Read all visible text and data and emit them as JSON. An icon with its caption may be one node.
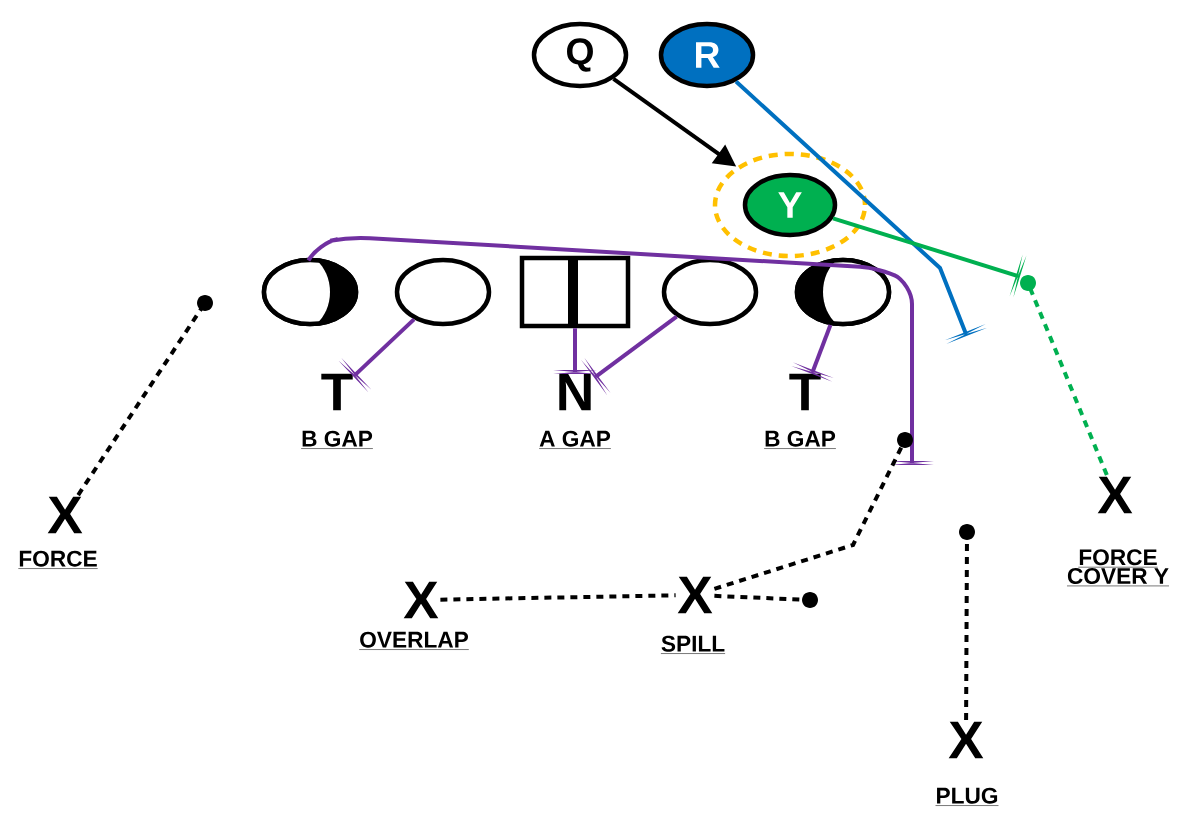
{
  "diagram": {
    "nodes": [
      {
        "text": [
          "Q"
        ]
      },
      {
        "text": [
          "R"
        ]
      },
      {
        "text": [],
        "shape": "circle"
      },
      {
        "text": [
          "Y"
        ],
        "in": 2
      },
      {
        "text": [],
        "shape": "circle"
      },
      {
        "text": [],
        "shape": "circle"
      },
      {
        "text": [],
        "shape": "box"
      },
      {
        "text": [],
        "shape": "circle"
      },
      {
        "text": [],
        "shape": "circle"
      },
      {
        "text": [
          "T"
        ],
        "beside": [
          "B GAP"
        ]
      },
      {
        "text": [
          "N"
        ],
        "beside": [
          "A GAP"
        ]
      },
      {
        "text": [
          "T"
        ],
        "beside": [
          "B GAP"
        ]
      },
      {
        "text": [
          "X"
        ],
        "beside": [
          "FORCE"
        ]
      },
      {
        "text": [
          "X"
        ],
        "beside": [
          "OVERLAP"
        ]
      },
      {
        "text": [
          "X"
        ],
        "beside": [
          "SPILL"
        ]
      },
      {
        "text": [
          "X"
        ],
        "beside": [
          "PLUG"
        ]
      },
      {
        "text": [
          "X"
        ],
        "beside": [
          "FORCE COVER Y"
        ]
      }
    ],
    "edges": [
      {
        "from": 0,
        "to": 2,
        "arrow": "to"
      },
      {
        "from": 1,
        "to": null,
        "arrow": "other",
        "color": "#0070c0"
      },
      {
        "from": 3,
        "to": null,
        "arrow": "other",
        "color": "#00b050"
      },
      {
        "from": 4,
        "to": null,
        "arrow": "other",
        "color": "#7030a0"
      },
      {
        "from": 5,
        "to": 9,
        "arrow": "other",
        "color": "#7030a0"
      },
      {
        "from": 6,
        "to": 10,
        "arrow": "other",
        "color": "#7030a0"
      },
      {
        "from": 7,
        "to": 10,
        "arrow": "other",
        "color": "#7030a0"
      },
      {
        "from": 8,
        "to": 11,
        "arrow": "other",
        "color": "#7030a0"
      },
      {
        "from": 12,
        "to": null,
        "arrow": "other",
        "style": "dashed"
      },
      {
        "from": 13,
        "to": 14,
        "arrow": "none",
        "style": "dashed"
      },
      {
        "from": 14,
        "to": null,
        "arrow": "other",
        "style": "dashed"
      },
      {
        "from": 14,
        "to": null,
        "arrow": "other",
        "style": "dashed"
      },
      {
        "from": 15,
        "to": null,
        "arrow": "other",
        "style": "dashed"
      },
      {
        "from": 16,
        "to": null,
        "arrow": "other",
        "style": "dashed",
        "color": "#00b050"
      }
    ]
  }
}
